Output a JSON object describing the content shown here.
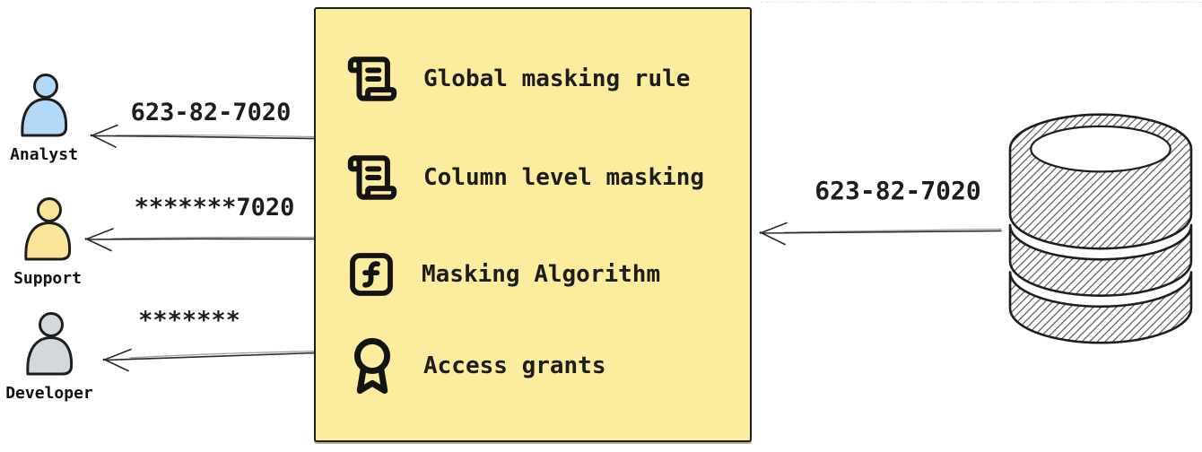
{
  "personas": [
    {
      "name": "Analyst",
      "received_value": "623-82-7020",
      "color": "#b3d9f8"
    },
    {
      "name": "Support",
      "received_value": "*******7020",
      "color": "#f9e59a"
    },
    {
      "name": "Developer",
      "received_value": "*******",
      "color": "#d4d8dc"
    }
  ],
  "masking_box": {
    "background": "#fbec9e",
    "items": [
      {
        "icon": "scroll-text-icon",
        "label": "Global masking rule"
      },
      {
        "icon": "scroll-text-icon",
        "label": "Column level masking"
      },
      {
        "icon": "function-square-icon",
        "label": "Masking Algorithm"
      },
      {
        "icon": "award-icon",
        "label": "Access grants"
      }
    ]
  },
  "database": {
    "outbound_value": "623-82-7020"
  },
  "colors": {
    "canvas": "#ffffff",
    "outline": "#1e1e1e",
    "text": "#1d1d1d",
    "box_fill": "#fbec9e"
  }
}
